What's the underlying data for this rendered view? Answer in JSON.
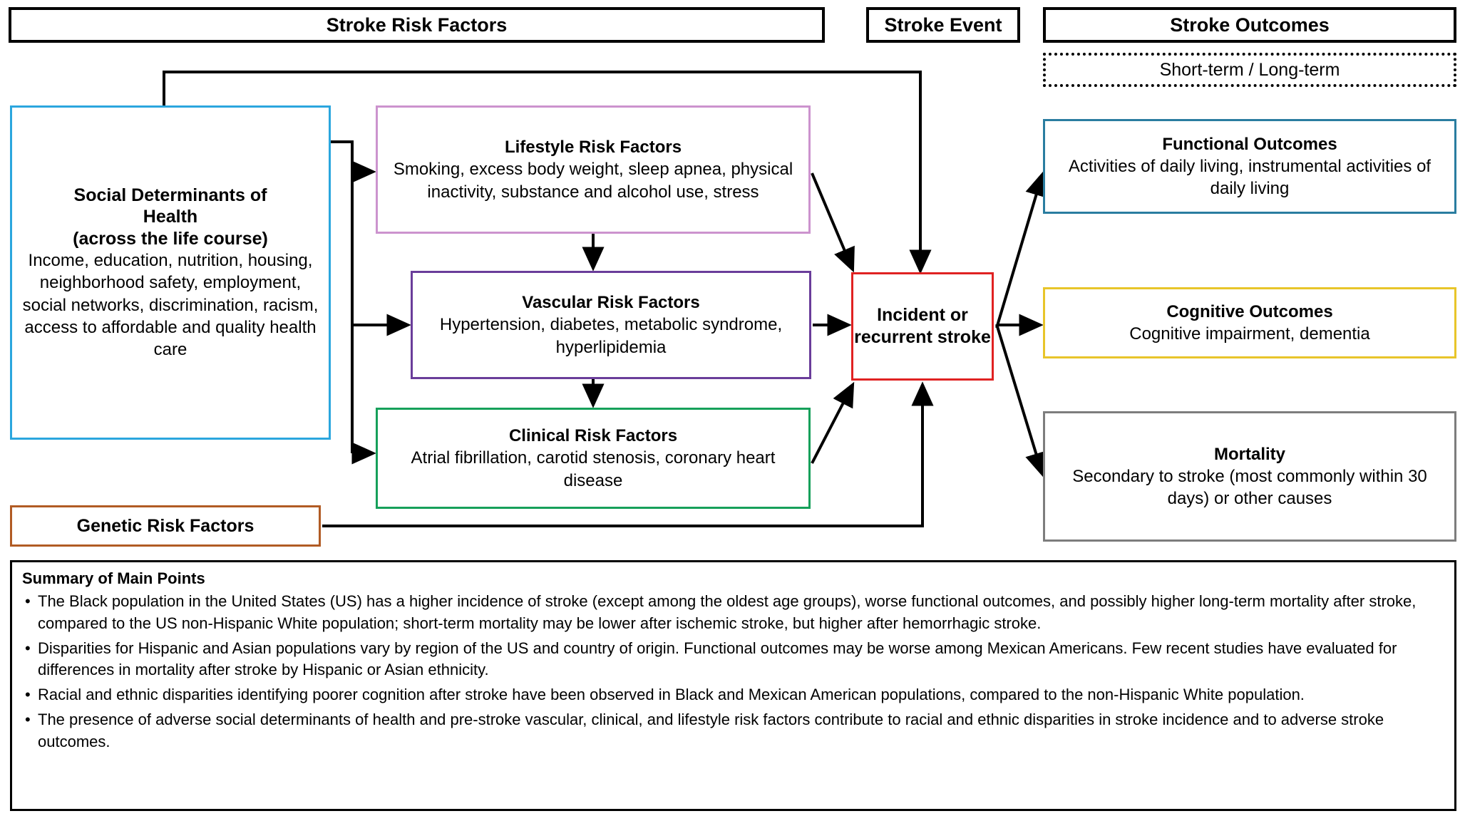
{
  "headers": {
    "risk_factors": "Stroke Risk Factors",
    "stroke_event": "Stroke Event",
    "stroke_outcomes": "Stroke Outcomes",
    "term_band": "Short-term  /  Long-term"
  },
  "colors": {
    "sdoh_border": "#2BA6DE",
    "lifestyle_border": "#CC93CE",
    "vascular_border": "#6A3D9A",
    "clinical_border": "#16A05A",
    "genetic_border": "#B15B24",
    "stroke_border": "#E02222",
    "functional_border": "#2A7DA0",
    "cognitive_border": "#E8C52A",
    "mortality_border": "#7D7D7D",
    "header_border": "#000000"
  },
  "nodes": {
    "sdoh": {
      "title_line1": "Social Determinants of",
      "title_line2": "Health",
      "title_line3": "(across the life course)",
      "body": "Income, education, nutrition, housing, neighborhood safety, employment, social networks, discrimination, racism, access to affordable and quality health care"
    },
    "lifestyle": {
      "title": "Lifestyle Risk Factors",
      "body": "Smoking, excess body weight, sleep apnea, physical inactivity, substance and alcohol use, stress"
    },
    "vascular": {
      "title": "Vascular Risk Factors",
      "body": "Hypertension, diabetes, metabolic syndrome, hyperlipidemia"
    },
    "clinical": {
      "title": "Clinical Risk Factors",
      "body": "Atrial fibrillation, carotid stenosis, coronary heart disease"
    },
    "genetic": {
      "title": "Genetic Risk Factors"
    },
    "stroke": {
      "title": "Incident or recurrent stroke"
    },
    "functional": {
      "title": "Functional Outcomes",
      "body": "Activities of daily living, instrumental activities of daily living"
    },
    "cognitive": {
      "title": "Cognitive Outcomes",
      "body": "Cognitive impairment, dementia"
    },
    "mortality": {
      "title": "Mortality",
      "body": "Secondary to stroke (most commonly within 30 days) or other causes"
    }
  },
  "summary": {
    "heading": "Summary of Main Points",
    "points": [
      "The Black population in the United States (US) has a higher incidence of stroke (except among the oldest age groups), worse functional outcomes, and possibly higher long-term mortality after stroke, compared to the US non-Hispanic White population; short-term mortality may be lower after ischemic stroke, but higher after hemorrhagic stroke.",
      "Disparities for Hispanic and Asian populations vary by region of the US and country of origin. Functional outcomes may be worse among Mexican Americans. Few recent studies have evaluated for differences in mortality after stroke by Hispanic or Asian ethnicity.",
      "Racial and ethnic disparities identifying poorer cognition after stroke have been observed in Black and Mexican American populations, compared to the non-Hispanic White population.",
      "The presence of adverse social determinants of health and pre-stroke vascular, clinical, and lifestyle risk factors contribute to racial and ethnic disparities in stroke incidence and to adverse stroke outcomes."
    ]
  }
}
